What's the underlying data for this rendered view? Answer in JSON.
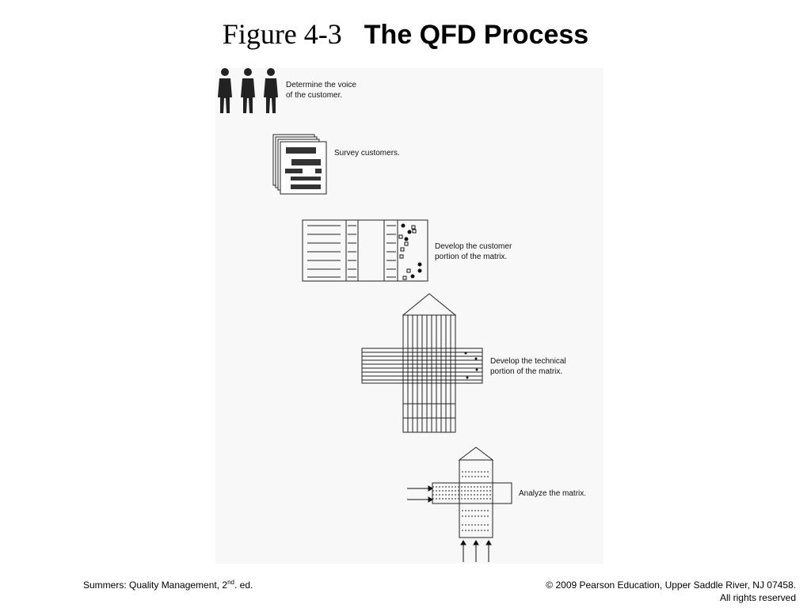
{
  "title": {
    "figure": "Figure 4-3",
    "name": "The QFD Process"
  },
  "steps": [
    {
      "label_line1": "Determine the voice",
      "label_line2": "of the customer."
    },
    {
      "label_line1": "Survey customers.",
      "label_line2": ""
    },
    {
      "label_line1": "Develop the customer",
      "label_line2": "portion of the matrix."
    },
    {
      "label_line1": "Develop the technical",
      "label_line2": "portion of the matrix."
    },
    {
      "label_line1": "Analyze the matrix.",
      "label_line2": ""
    }
  ],
  "footer": {
    "left_text": "Summers: Quality Management, 2",
    "left_sup": "nd",
    "left_tail": ". ed.",
    "right_line1": "© 2009 Pearson Education, Upper Saddle River, NJ 07458.",
    "right_line2": "All rights reserved"
  },
  "icons": [
    "person-icon",
    "document-stack-icon",
    "arrow-right-icon",
    "arrow-up-icon"
  ]
}
